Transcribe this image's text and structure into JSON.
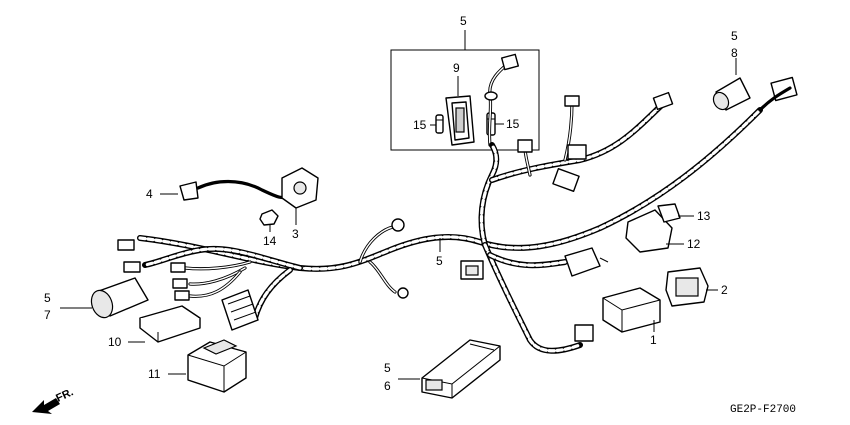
{
  "diagram_code": "GE2P-F2700",
  "direction_label": "FR.",
  "labels": {
    "inset_5": "5",
    "fuse_holder_9": "9",
    "fuse_15_left": "15",
    "fuse_15_right": "15",
    "cap_5": "5",
    "cap_8": "8",
    "sensor_4": "4",
    "switch_3": "3",
    "bolt_14": "14",
    "relay_13": "13",
    "relay_12": "12",
    "harness_5": "5",
    "connector_2": "2",
    "unit_1": "1",
    "boot_5": "5",
    "boot_7": "7",
    "block_10": "10",
    "cover_11": "11",
    "box_5": "5",
    "box_6": "6"
  }
}
